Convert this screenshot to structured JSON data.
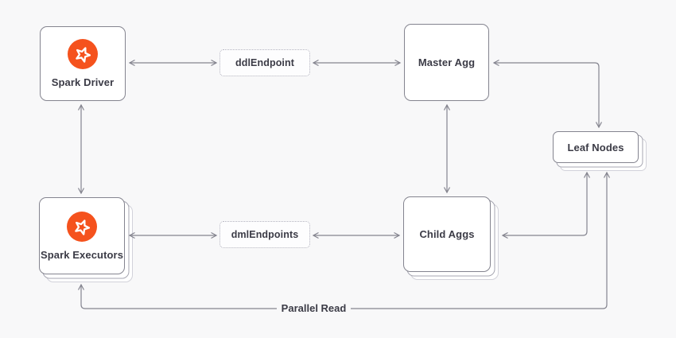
{
  "diagram": {
    "nodes": {
      "spark_driver": {
        "label": "Spark Driver"
      },
      "ddl_endpoint": {
        "label": "ddlEndpoint"
      },
      "master_agg": {
        "label": "Master Agg"
      },
      "leaf_nodes": {
        "label": "Leaf Nodes"
      },
      "spark_executors": {
        "label": "Spark Executors"
      },
      "dml_endpoints": {
        "label": "dmlEndpoints"
      },
      "child_aggs": {
        "label": "Child Aggs"
      }
    },
    "edge_labels": {
      "parallel_read": "Parallel Read"
    },
    "colors": {
      "background": "#f8f8f9",
      "node_background": "#ffffff",
      "node_border": "#84848f",
      "stack_border_mid": "#a6a6b1",
      "stack_border_light": "#d2d2da",
      "dashed_border": "#b2b2be",
      "arrow": "#84848f",
      "text": "#3b3b46",
      "icon_background": "#f5521d",
      "icon_star": "#ffffff"
    }
  }
}
